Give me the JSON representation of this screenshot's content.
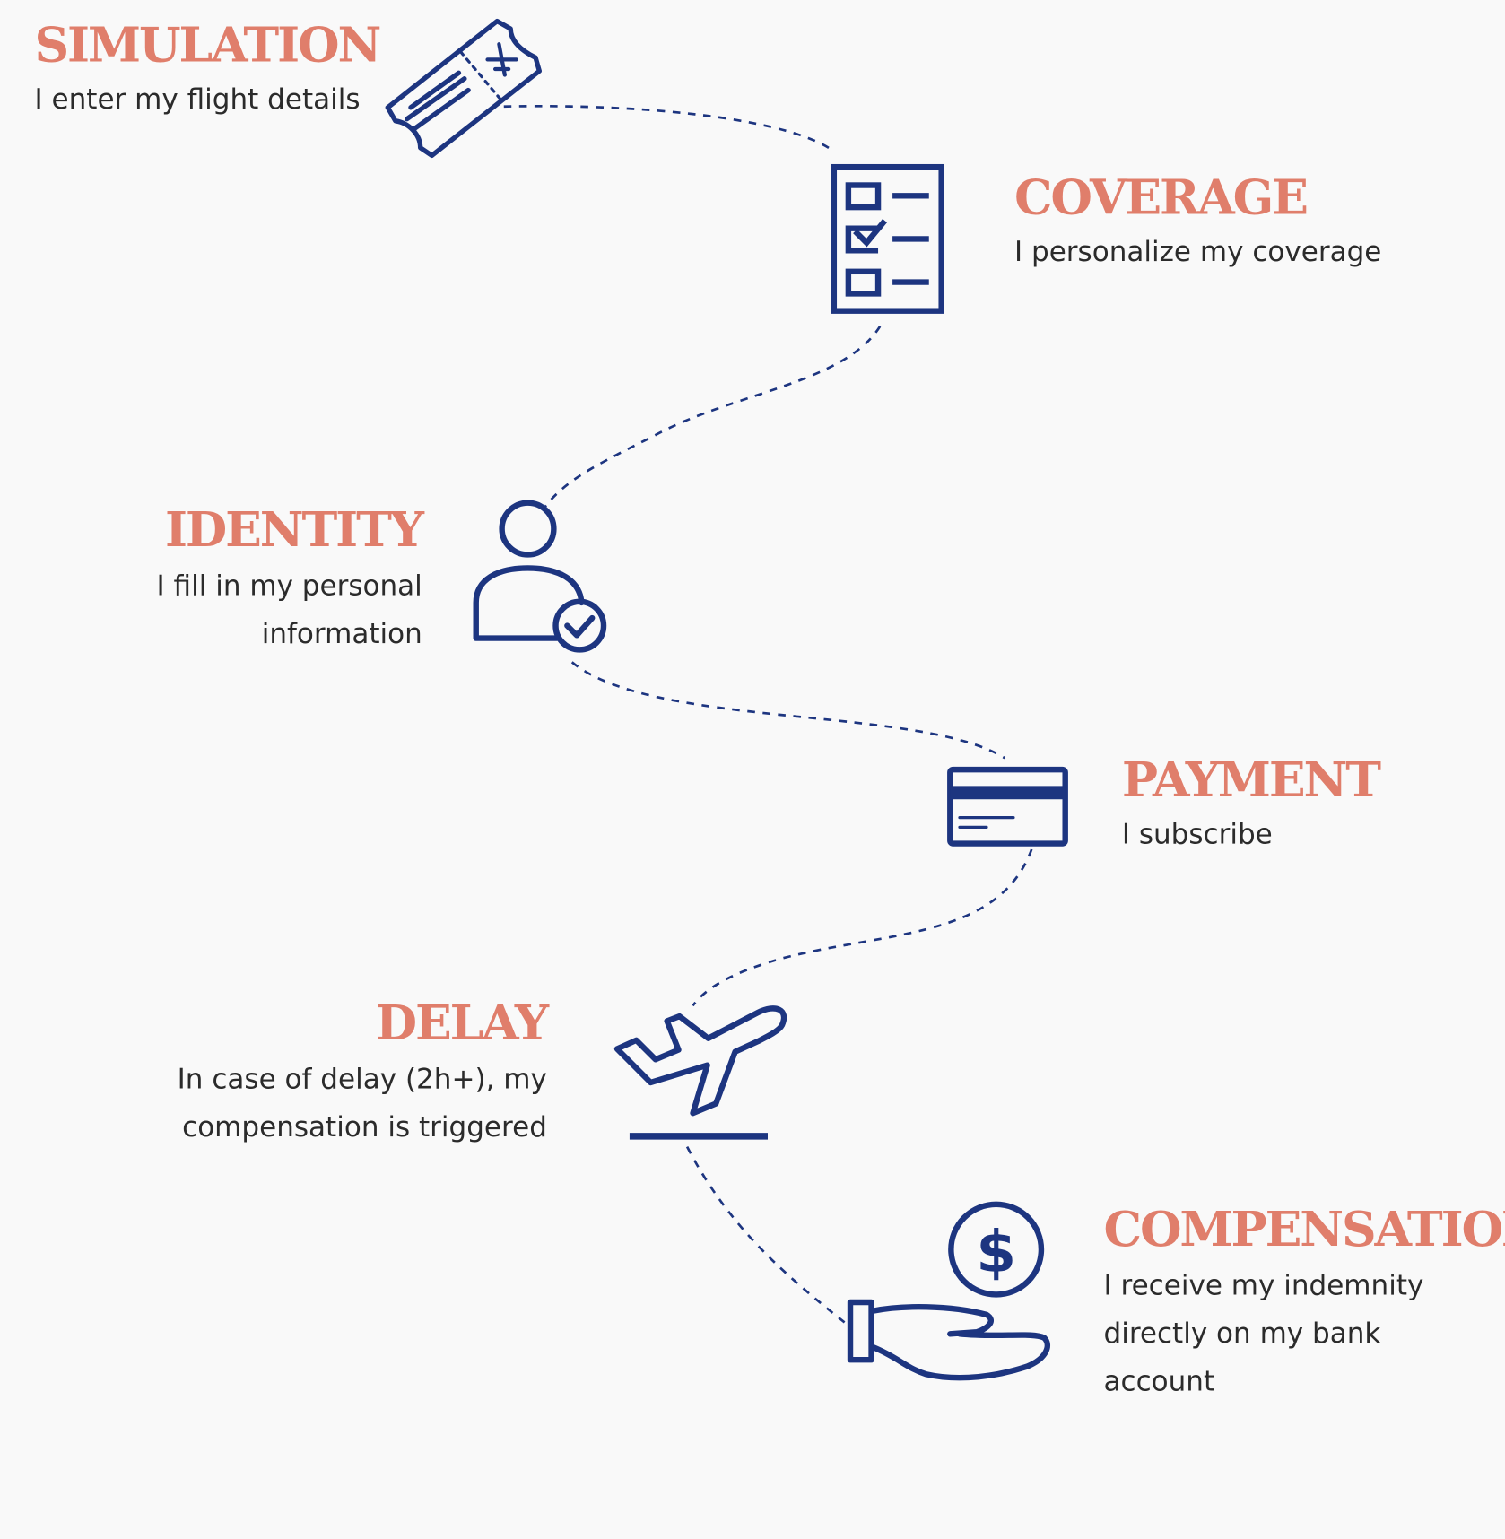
{
  "colors": {
    "title": "#e07e6b",
    "icon": "#1d3580",
    "background": "#f9f9f9",
    "text": "#2b2b2b"
  },
  "steps": [
    {
      "id": "simulation",
      "title": "SIMULATION",
      "desc": [
        "I enter my flight details"
      ],
      "icon": "plane-ticket-icon"
    },
    {
      "id": "coverage",
      "title": "COVERAGE",
      "desc": [
        "I personalize my coverage"
      ],
      "icon": "checklist-icon"
    },
    {
      "id": "identity",
      "title": "IDENTITY",
      "desc": [
        "I fill in my personal",
        "information"
      ],
      "icon": "user-check-icon"
    },
    {
      "id": "payment",
      "title": "PAYMENT",
      "desc": [
        "I subscribe"
      ],
      "icon": "credit-card-icon"
    },
    {
      "id": "delay",
      "title": "DELAY",
      "desc": [
        "In case of delay (2h+), my",
        "compensation is triggered"
      ],
      "icon": "plane-takeoff-icon"
    },
    {
      "id": "compensation",
      "title": "COMPENSATION",
      "desc": [
        "I receive my indemnity",
        "directly on my bank",
        "account"
      ],
      "icon": "hand-dollar-icon"
    }
  ]
}
